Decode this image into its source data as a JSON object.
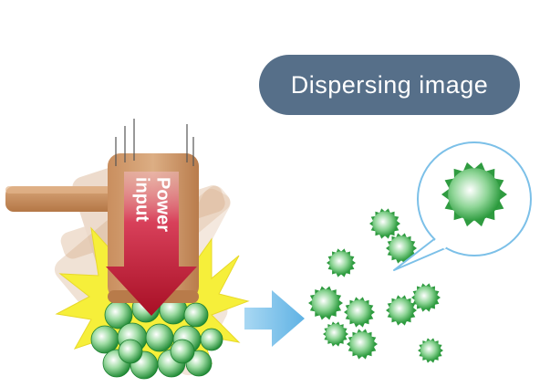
{
  "title": "Dispersing image",
  "power_label_lines": [
    "Power",
    "input"
  ],
  "colors": {
    "title_bg": "#566f89",
    "arrow_red": "#c0142c",
    "particle_green": "#3fae4a",
    "flow_arrow_blue": "#7cc0e8",
    "burst_yellow": "#f6ef3a",
    "hammer_tan": "#c8956a"
  }
}
